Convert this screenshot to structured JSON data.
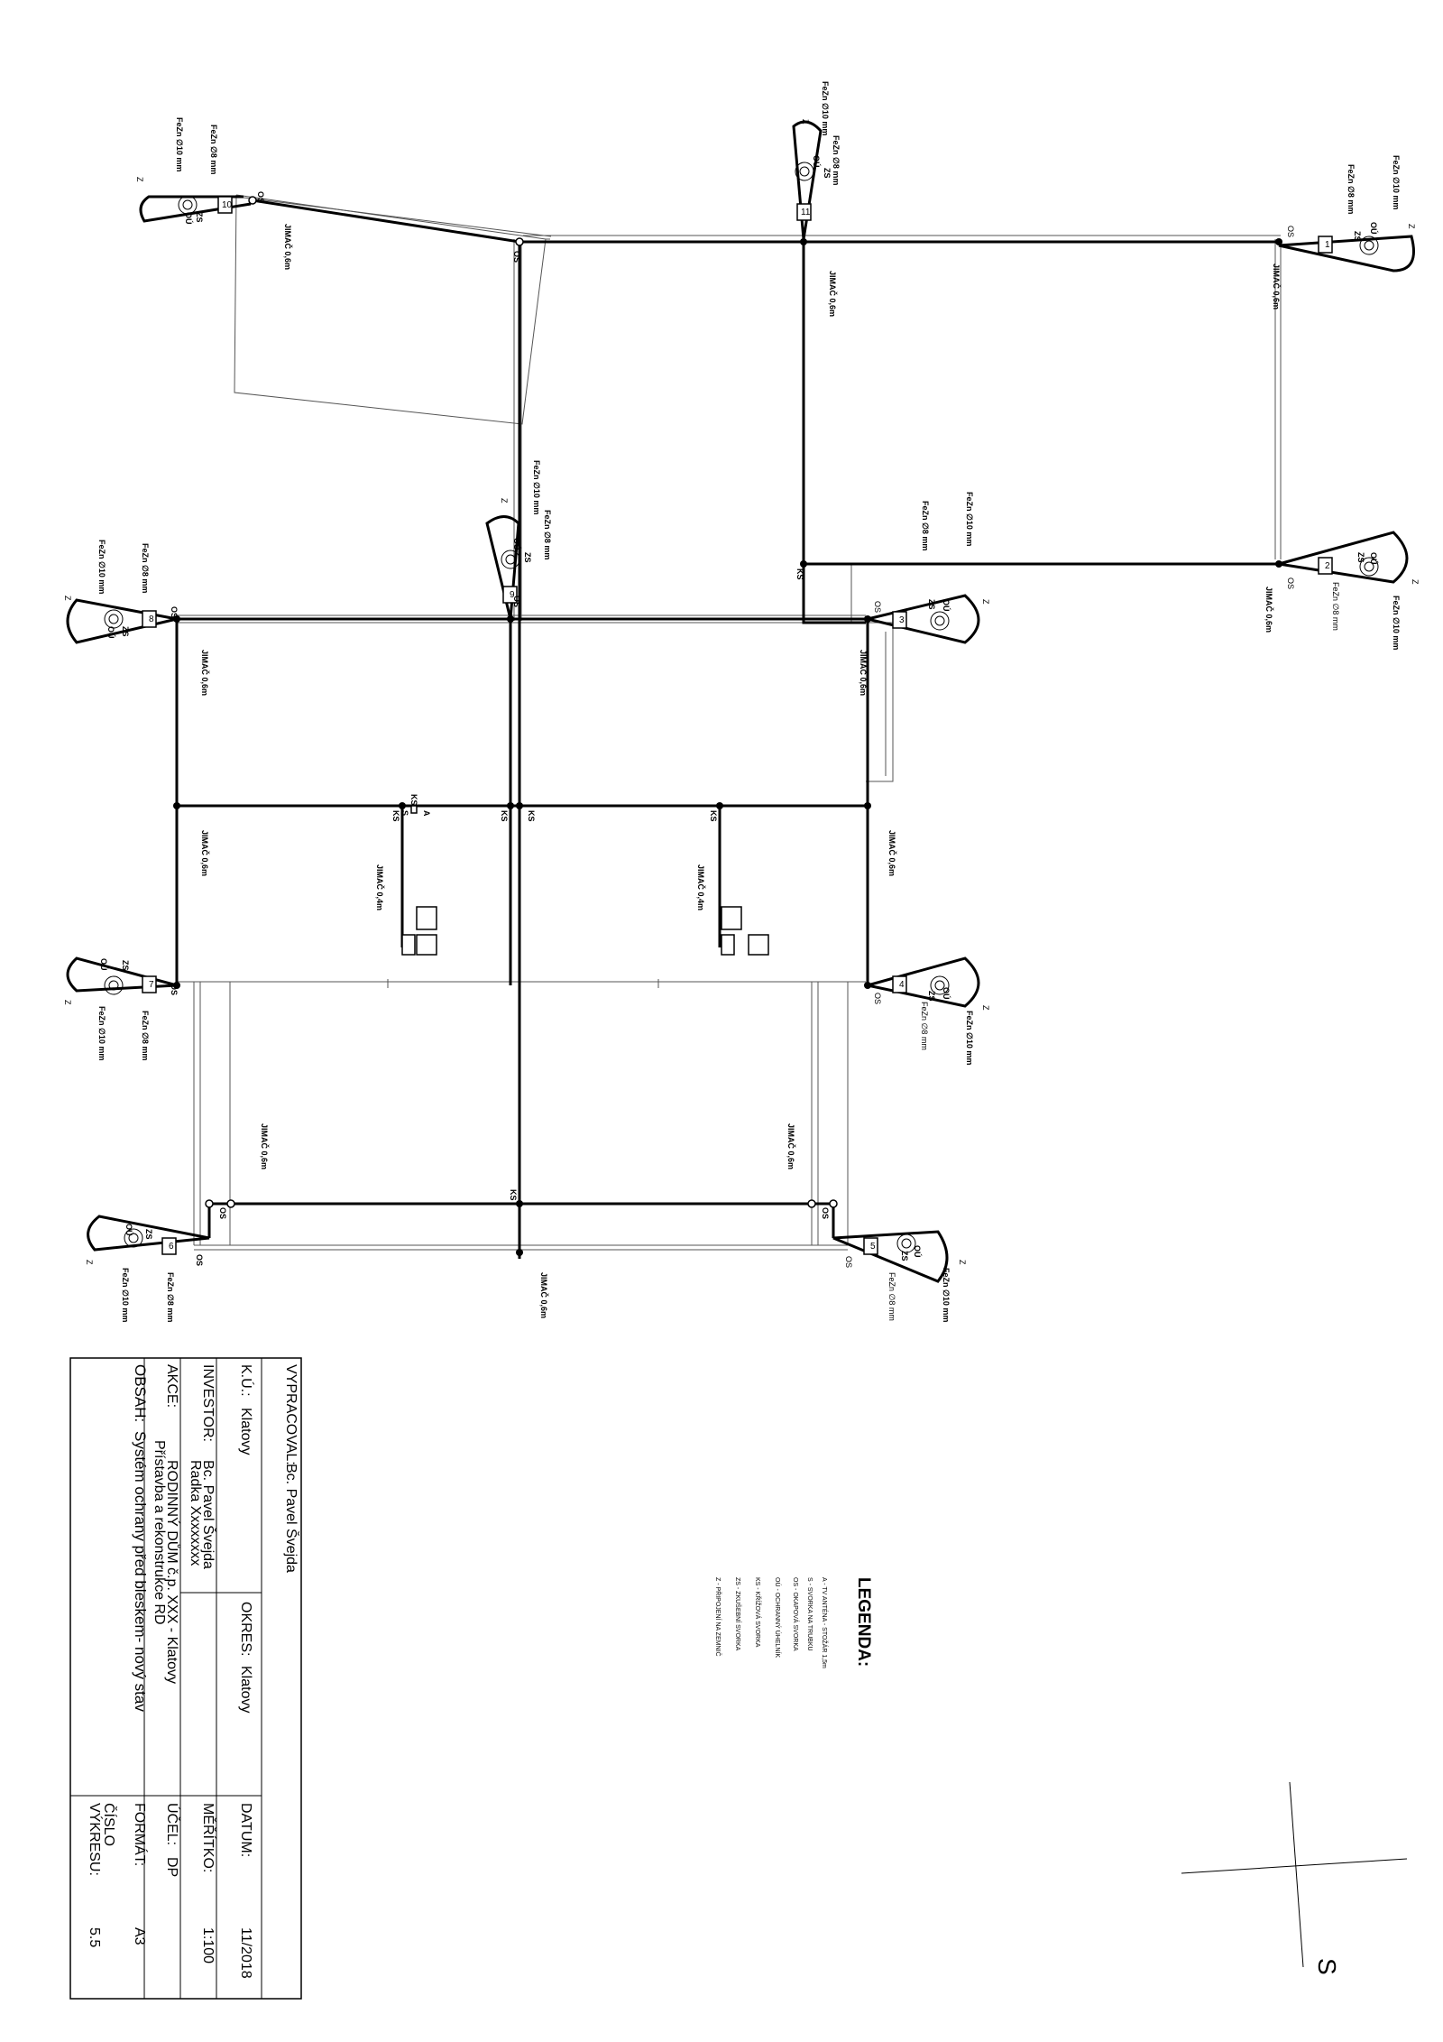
{
  "labels": {
    "jimac06": "JIMAČ 0,6m",
    "jimac04": "JIMAČ 0,4m",
    "fezn10": "FeZn ∅10 mm",
    "fezn8": "FeZn ∅8 mm",
    "os": "OS",
    "ks": "KS",
    "zs": "ZS",
    "ou": "OÚ",
    "z": "Z",
    "a": "A",
    "s": "S"
  },
  "terminals": [
    "1",
    "2",
    "3",
    "4",
    "5",
    "6",
    "7",
    "8",
    "9",
    "10",
    "11"
  ],
  "legend": {
    "title": "LEGENDA:",
    "items": [
      "A - TV ANTÉNA - STOŽÁR 1,5m",
      "S - SVORKA NA TRUBKU",
      "OS - OKAPOVÁ SVORKA",
      "OÚ - OCHRANNÝ ÚHELNÍK",
      "KS - KŘÍŽOVÁ SVORKA",
      "ZS - ZKUŠEBNÍ SVORKA",
      "Z - PŘIPOJENÍ NA ZEMNIČ"
    ]
  },
  "titleblock": {
    "vypracoval_label": "VYPRACOVAL:",
    "vypracoval_value": "Bc. Pavel Švejda",
    "ku_label": "K.Ú.:",
    "ku_value": "Klatovy",
    "okres_label": "OKRES:",
    "okres_value": "Klatovy",
    "investor_label": "INVESTOR:",
    "investor_value1": "Bc. Pavel Švejda",
    "investor_value2": "Radka Xxxxxxxx",
    "akce_label": "AKCE:",
    "akce_value1": "RODINNÝ DŮM č.p. XXX - Klatovy",
    "akce_value2": "Přístavba a rekonstrukce RD",
    "obsah_label": "OBSAH:",
    "obsah_value": "Systém ochrany před bleskem- nový stav",
    "datum_label": "DATUM:",
    "datum_value": "11/2018",
    "meritko_label": "MĚŘÍTKO:",
    "meritko_value": "1:100",
    "ucel_label": "ÚČEL:",
    "ucel_value": "DP",
    "format_label": "FORMÁT:",
    "format_value": "A3",
    "cislo_label1": "ČÍSLO",
    "cislo_label2": "VÝKRESU:",
    "cislo_value": "5.5"
  },
  "north": "S"
}
